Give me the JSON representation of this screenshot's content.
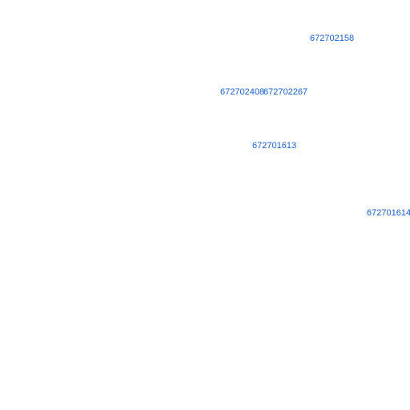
{
  "links": [
    {
      "text": "672702158"
    },
    {
      "text": "672702408"
    },
    {
      "text": "672702267"
    },
    {
      "text": "672701613"
    },
    {
      "text": "672701614"
    }
  ],
  "colors": {
    "background": "#ffffff",
    "link": "#1a5fd0"
  }
}
